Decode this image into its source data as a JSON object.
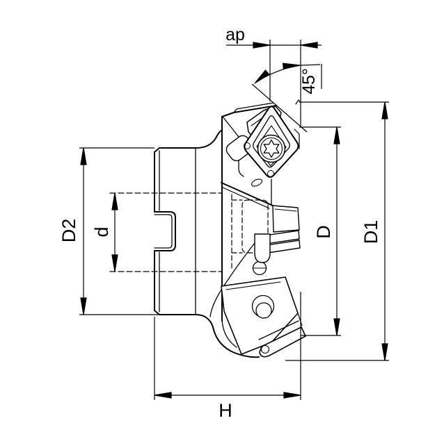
{
  "page": {
    "background": "#ffffff",
    "ink": "#000000",
    "description": "Technical line drawing: side view of a 45-degree face milling cutter with indexable square inserts, torx clamp screws, hidden (dashed) bore and seat contours, and dimension annotations"
  },
  "dimensions": {
    "ap": {
      "label": "ap"
    },
    "lead_angle": {
      "label": "45°"
    },
    "d2": {
      "label": "D2"
    },
    "d": {
      "label": "d"
    },
    "d_cutting": {
      "label": "D"
    },
    "d1": {
      "label": "D1"
    },
    "h": {
      "label": "H"
    }
  }
}
